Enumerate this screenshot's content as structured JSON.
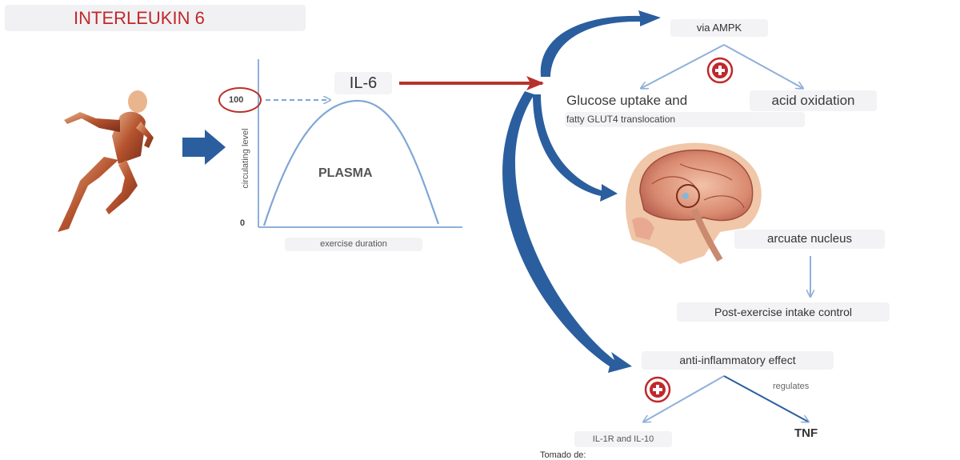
{
  "title": "INTERLEUKIN 6",
  "plot": {
    "curve_label": "IL-6",
    "area_label": "PLASMA",
    "y_axis_label": "circulating level",
    "y_max_tick": "100",
    "y_min_tick": "0",
    "x_axis_label": "exercise duration"
  },
  "metabolism": {
    "via": "via AMPK",
    "left": "Glucose uptake and",
    "left_sub": "fatty GLUT4 translocation",
    "right": "acid oxidation"
  },
  "brain": {
    "region": "arcuate nucleus",
    "effect": "Post-exercise intake control"
  },
  "inflammation": {
    "effect": "anti-inflammatory effect",
    "regulates": "regulates",
    "left": "IL-1R and IL-10",
    "right": "TNF"
  },
  "footer_fragment": "Tomado de:",
  "colors": {
    "title": "#c0282b",
    "flow_arrow": "#2b5e9e",
    "red_arrow": "#b8322b",
    "thin_arrow": "#8fb0d8",
    "plus_badge": "#c0282b"
  },
  "icons": [
    "runner-figure",
    "brain-cross-section",
    "plus-badge"
  ]
}
